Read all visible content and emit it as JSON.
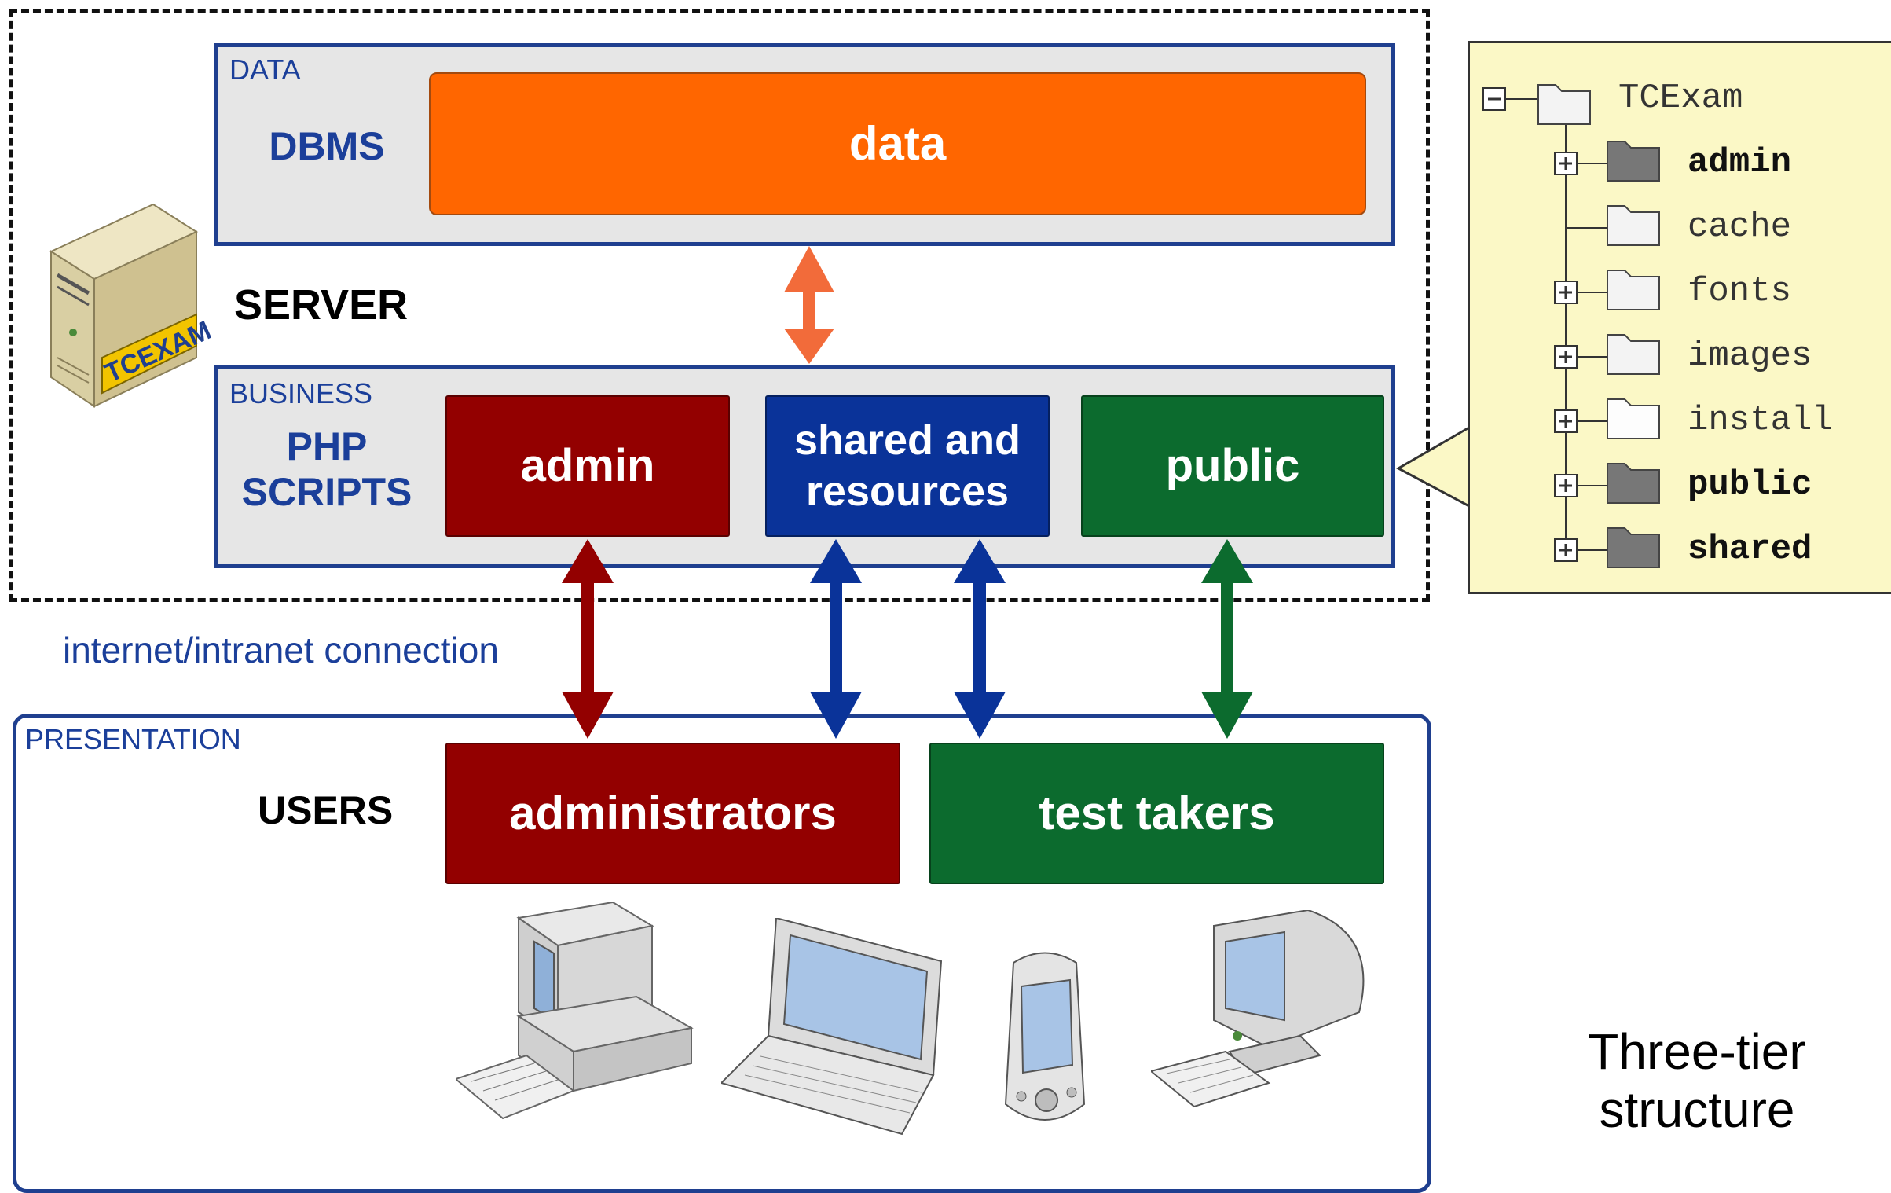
{
  "server": {
    "label": "SERVER",
    "data_tier": {
      "label": "DATA",
      "title": "DBMS",
      "block": "data"
    },
    "business_tier": {
      "label": "BUSINESS",
      "title_line1": "PHP",
      "title_line2": "SCRIPTS",
      "blocks": [
        "admin",
        "shared and resources",
        "public"
      ]
    }
  },
  "connection_label": "internet/intranet connection",
  "presentation": {
    "label": "PRESENTATION",
    "title": "USERS",
    "blocks": [
      "administrators",
      "test takers"
    ]
  },
  "file_tree": {
    "root": "TCExam",
    "items": [
      "admin",
      "cache",
      "fonts",
      "images",
      "install",
      "public",
      "shared"
    ]
  },
  "caption_line1": "Three-tier",
  "caption_line2": "structure",
  "server_logo_text": "TCEXAM",
  "colors": {
    "orange": "#ff6600",
    "red": "#930000",
    "blue": "#0a3399",
    "green": "#0c6b2e",
    "tier_border": "#1f3f8f"
  }
}
